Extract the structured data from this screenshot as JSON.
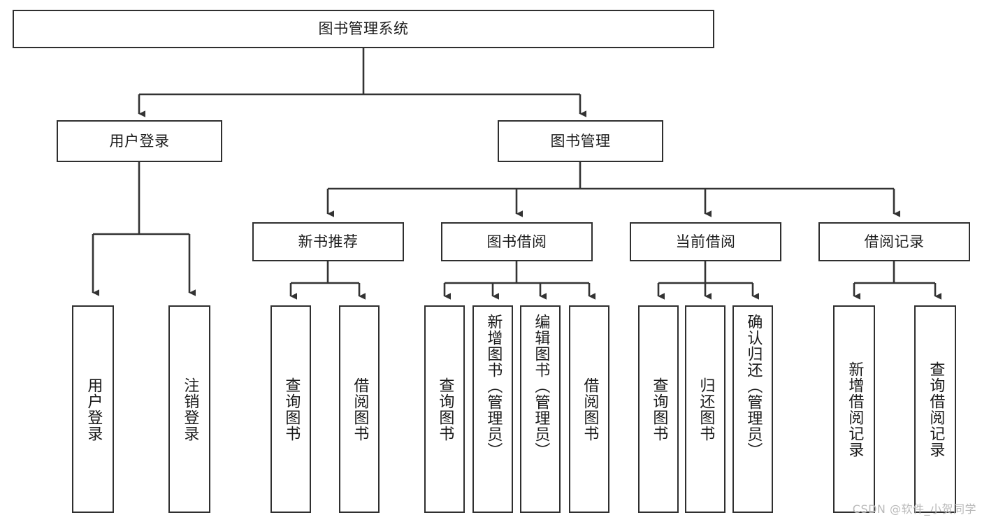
{
  "diagram": {
    "title": "图书管理系统",
    "type": "tree",
    "root": {
      "label": "图书管理系统"
    },
    "level2": [
      {
        "id": "user-login",
        "label": "用户登录"
      },
      {
        "id": "book-manage",
        "label": "图书管理"
      }
    ],
    "level3": [
      {
        "id": "new-book-recommend",
        "label": "新书推荐",
        "parent": "book-manage"
      },
      {
        "id": "book-borrow",
        "label": "图书借阅",
        "parent": "book-manage"
      },
      {
        "id": "current-borrow",
        "label": "当前借阅",
        "parent": "book-manage"
      },
      {
        "id": "borrow-record",
        "label": "借阅记录",
        "parent": "book-manage"
      }
    ],
    "leaves": [
      {
        "id": "leaf-user-login",
        "label": "用户登录",
        "parent": "user-login"
      },
      {
        "id": "leaf-user-logout",
        "label": "注销登录",
        "parent": "user-login"
      },
      {
        "id": "leaf-query-book-1",
        "label": "查询图书",
        "parent": "new-book-recommend"
      },
      {
        "id": "leaf-borrow-book-1",
        "label": "借阅图书",
        "parent": "new-book-recommend"
      },
      {
        "id": "leaf-query-book-2",
        "label": "查询图书",
        "parent": "book-borrow"
      },
      {
        "id": "leaf-add-book",
        "label": "新增图书（管理员）",
        "parent": "book-borrow"
      },
      {
        "id": "leaf-edit-book",
        "label": "编辑图书（管理员）",
        "parent": "book-borrow"
      },
      {
        "id": "leaf-borrow-book-2",
        "label": "借阅图书",
        "parent": "book-borrow"
      },
      {
        "id": "leaf-query-book-3",
        "label": "查询图书",
        "parent": "current-borrow"
      },
      {
        "id": "leaf-return-book",
        "label": "归还图书",
        "parent": "current-borrow"
      },
      {
        "id": "leaf-confirm-return",
        "label": "确认归还（管理员）",
        "parent": "current-borrow"
      },
      {
        "id": "leaf-add-record",
        "label": "新增借阅记录",
        "parent": "borrow-record"
      },
      {
        "id": "leaf-query-record",
        "label": "查询借阅记录",
        "parent": "borrow-record"
      }
    ],
    "colors": {
      "border": "#2f2f2f",
      "connector": "#333333",
      "background": "#ffffff",
      "text": "#1b1b1b",
      "watermark": "#b9b9b9"
    }
  },
  "watermark": {
    "text": "CSDN @软件_小贺同学"
  }
}
